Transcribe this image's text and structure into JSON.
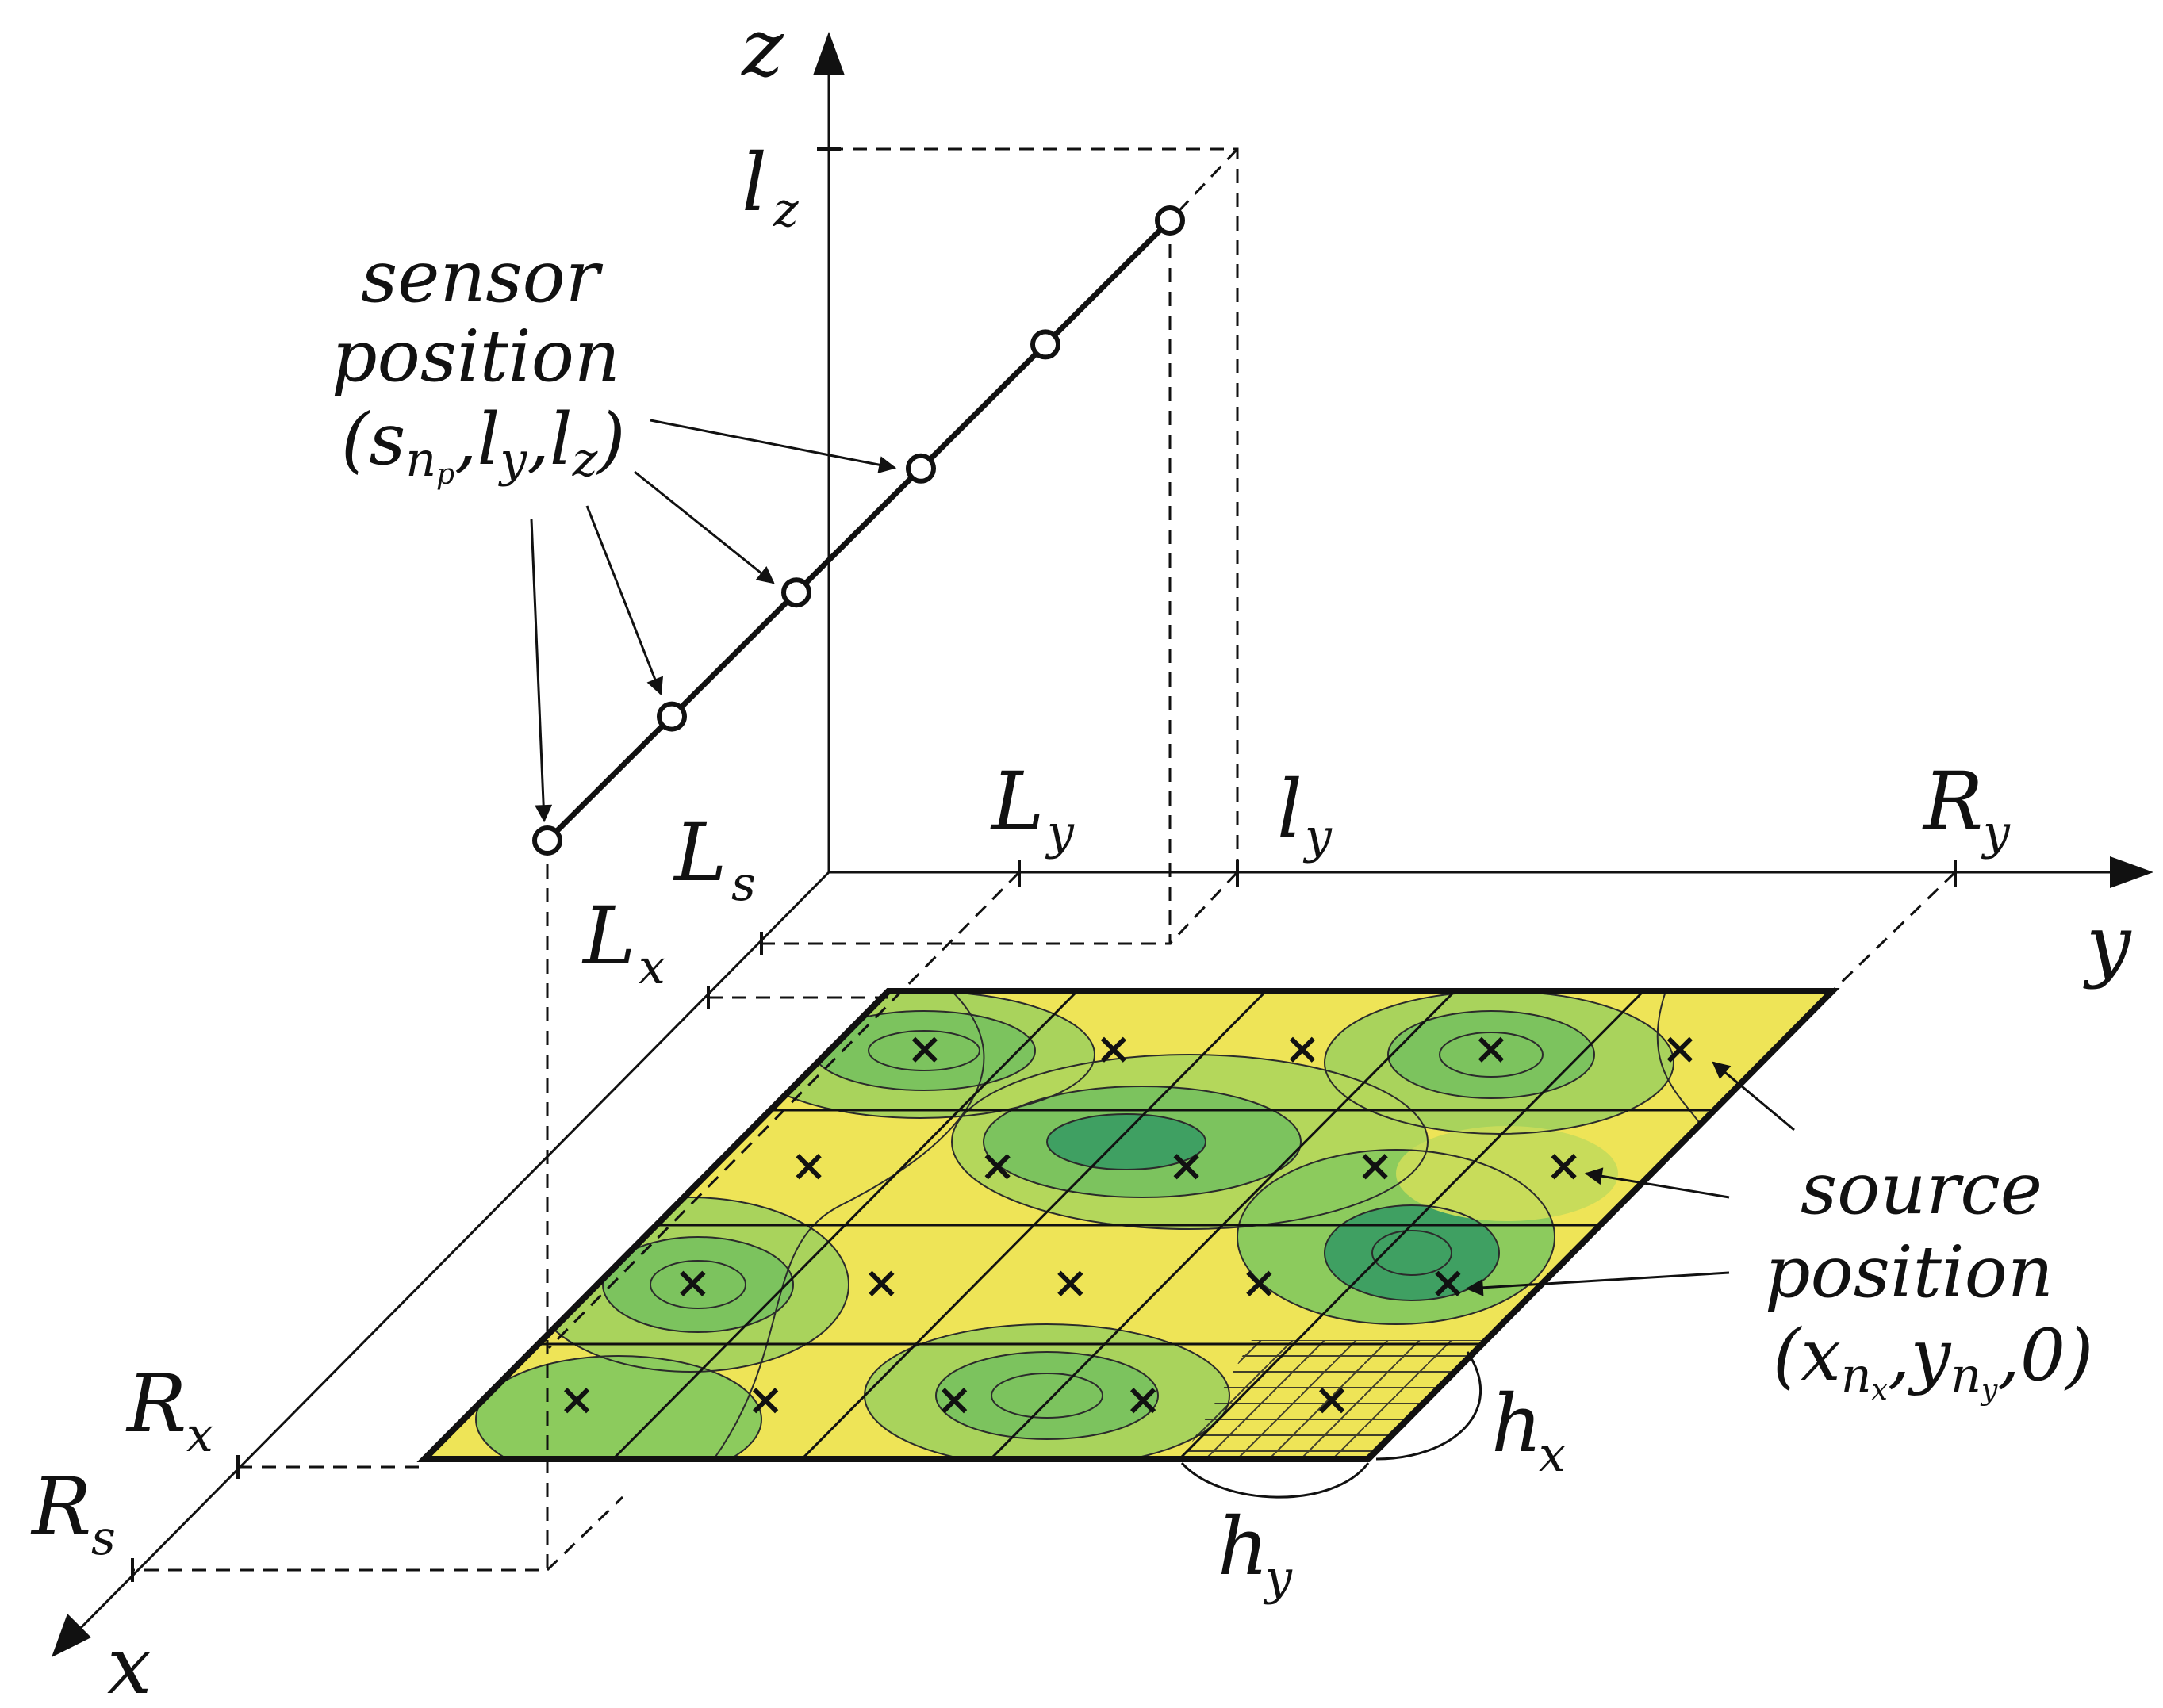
{
  "axes": {
    "x": "x",
    "y": "y",
    "z": "z"
  },
  "ticks": {
    "lz": {
      "base": "l",
      "sub": "z"
    },
    "ly": {
      "base": "l",
      "sub": "y"
    },
    "Ly": {
      "base": "L",
      "sub": "y"
    },
    "Ry": {
      "base": "R",
      "sub": "y"
    },
    "Ls": {
      "base": "L",
      "sub": "s"
    },
    "Lx": {
      "base": "L",
      "sub": "x"
    },
    "Rx": {
      "base": "R",
      "sub": "x"
    },
    "Rs": {
      "base": "R",
      "sub": "s"
    }
  },
  "sensor": {
    "line1": "sensor",
    "line2": "position",
    "open": "(s",
    "sub1": "n",
    "sub2": "p",
    "rest": ",l",
    "suby": "y",
    "comma": ",l",
    "subz": "z",
    "close": ")"
  },
  "source": {
    "line1": "source",
    "line2": "position",
    "open": "(x",
    "subx": "n",
    "subx2": "x",
    "mid": ",y",
    "suby": "n",
    "suby2": "y",
    "close": ",0)"
  },
  "spacing": {
    "hx": {
      "base": "h",
      "sub": "x"
    },
    "hy": {
      "base": "h",
      "sub": "y"
    }
  },
  "colors": {
    "field_yellow": "#f0e24a",
    "field_light": "#c8dc5a",
    "field_green": "#7cc35e",
    "field_dark": "#3fa062",
    "lines": "#111111"
  },
  "sensor_count": 6,
  "source_grid": {
    "rows": 4,
    "cols": 5
  }
}
